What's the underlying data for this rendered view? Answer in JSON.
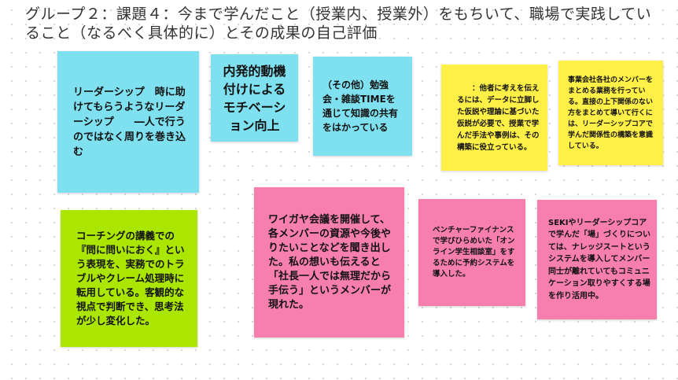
{
  "board": {
    "title": "グループ２：課題４：今まで学んだこと（授業内、授業外）をもちいて、職場で実践していること（なるべく具体的に）とその成果の自己評価"
  },
  "notes": [
    {
      "color": "#7fe0ef",
      "text": "リーダーシップ　時に助けてもらうようなリーダーシップ　　―人で行うのではなく周りを巻き込む"
    },
    {
      "color": "#7fe0ef",
      "text": "内発的動機付けによるモチベーション向上"
    },
    {
      "color": "#7fe0ef",
      "text": "（その他）勉強会・雑談TIMEを通じて知識の共有をはかっている"
    },
    {
      "color": "#fff047",
      "text": "　　：他者に考えを伝えるには、データに立脚した仮説や理論に基づいた仮説が必要で、授業で学んだ手法や事例は、その構築に役立っている。"
    },
    {
      "color": "#fff047",
      "text": "事業会社各社のメンバーをまとめる業務を行っている。直接の上下関係のない方をまとめて導いて行くには、リーダーシップコアで学んだ関係性の構築を意識している。"
    },
    {
      "color": "#abe600",
      "text": "コーチングの講義での『問に問いにおく』という表現を、実務でのトラブルやクレーム処理時に転用している。客観的な視点で判断でき、思考法が少し変化した。"
    },
    {
      "color": "#f77fae",
      "text": "ワイガヤ会議を開催して、各メンバーの資源や今後やりたいことなどを聞き出した。私の想いも伝えると「社長一人では無理だから手伝う」というメンバーが現れた。"
    },
    {
      "color": "#f77fae",
      "text": "ベンチャーファイナンスで学びひらめいた「オンライン学生相談室」をするために予約システムを導入した。"
    },
    {
      "color": "#f77fae",
      "text": "SEKIやリーダーシップコアで学んだ「場」づくりについては、ナレッジスートというシステムを導入してメンバー同士が離れていてもコミュニケーション取りやすくする場を作り活用中。"
    }
  ]
}
